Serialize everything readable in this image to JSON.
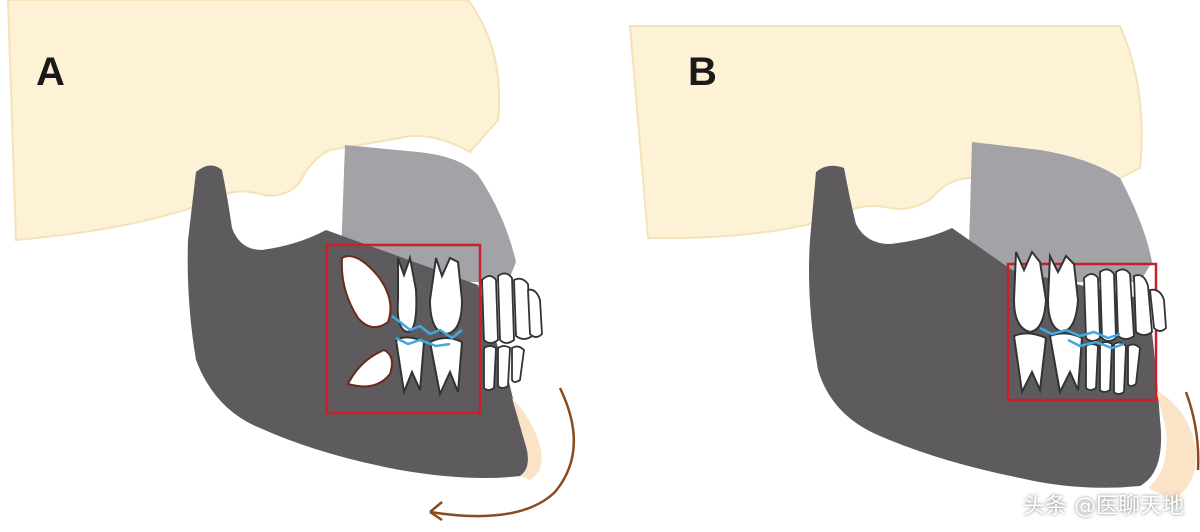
{
  "panels": [
    {
      "label": "A"
    },
    {
      "label": "B"
    }
  ],
  "watermark": "头条 @医聊天地",
  "colors": {
    "skull": "#fdf1d6",
    "skull_edge": "#f5e3b8",
    "mandible": "#5e5b5e",
    "maxilla": "#a3a2a7",
    "tooth_fill": "#ffffff",
    "tooth_outline": "#333333",
    "contact_marks": "#3fa9e0",
    "highlight_box": "#c8202a",
    "rotation_arrow": "#8a4a20"
  }
}
